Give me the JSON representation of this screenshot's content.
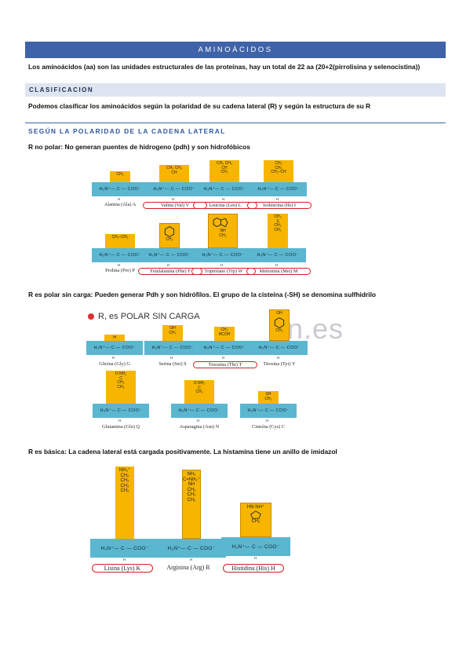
{
  "header": {
    "title": "AMINOÁCIDOS"
  },
  "intro": "Los aminoácidos (aa) son las unidades estructurales de las proteínas, hay un total de 22 aa (20+2(pirrolisina y selenocistina))",
  "clasificacion": {
    "title": "CLASIFICACION",
    "text": "Podemos clasificar los aminoácidos según la polaridad de su cadena lateral (R) y según la estructura de su R"
  },
  "polaridad": {
    "title": "SEGÚN LA POLARIDAD DE LA CADENA LATERAL",
    "nopolar": "R no polar: No generan puentes de hidrogeno (pdh) y son hidrofóbicos",
    "polar": "R es polar sin carga: Pueden generar Pdh y son hidrófilos. El grupo de la cisteína (-SH) se denomina sulfhidrilo",
    "basica": "R es básica: La cadena lateral está cargada positivamente. La histamina tiene un anillo de imidazol"
  },
  "panel_polar_title": "R, es POLAR SIN CARGA",
  "watermark": "n.es",
  "core_formula": "H₃N⁺— C — COO⁻",
  "core_h": "H",
  "nonpolar_aa": [
    {
      "name": "Alanina (Ala) A",
      "side": [
        "CH₃"
      ]
    },
    {
      "name": "Valina (Val) V",
      "side": [
        "CH₃ CH₃",
        "CH"
      ]
    },
    {
      "name": "Leucina (Leu) L",
      "side": [
        "CH₃ CH₃",
        "CH",
        "CH₂"
      ]
    },
    {
      "name": "Isoleucina (Ile) I",
      "side": [
        "CH₃",
        "CH₂",
        "CH₃–CH"
      ]
    },
    {
      "name": "Prolina (Pro) P",
      "side": [
        "CH₂–CH₂"
      ]
    },
    {
      "name": "Fenilalanina (Phe) F",
      "side": [
        "CH₂"
      ]
    },
    {
      "name": "Triptófano (Trp) W",
      "side": [
        "NH",
        "CH₂"
      ]
    },
    {
      "name": "Metionina (Met) M",
      "side": [
        "CH₃",
        "S",
        "CH₂",
        "CH₂"
      ]
    }
  ],
  "polar_aa": [
    {
      "name": "Glicina (Gly) G",
      "side": [
        "H"
      ]
    },
    {
      "name": "Serina (Ser) S",
      "side": [
        "OH",
        "CH₂"
      ]
    },
    {
      "name": "Treonina (Thr) T",
      "side": [
        "CH₃",
        "HCOH"
      ]
    },
    {
      "name": "Tirosina (Tyr) Y",
      "side": [
        "OH",
        "CH₂"
      ]
    },
    {
      "name": "Glutamina (Gln) Q",
      "side": [
        "O  NH₂",
        "C",
        "CH₂",
        "CH₂"
      ]
    },
    {
      "name": "Asparagina (Asn) N",
      "side": [
        "O  NH₂",
        "C",
        "CH₂"
      ]
    },
    {
      "name": "Cisteína (Cys) C",
      "side": [
        "SH",
        "CH₂"
      ]
    }
  ],
  "basic_aa": [
    {
      "name": "Lisina (Lys) K",
      "side": [
        "NH₃⁺",
        "CH₂",
        "CH₂",
        "CH₂",
        "CH₂"
      ]
    },
    {
      "name": "Arginina (Arg) R",
      "side": [
        "NH₂",
        "C=NH₂⁺",
        "NH",
        "CH₂",
        "CH₂",
        "CH₂"
      ]
    },
    {
      "name": "Histidina (His) H",
      "side": [
        "HN  NH⁺",
        "CH₂"
      ]
    }
  ],
  "colors": {
    "banner": "#3f63a8",
    "side_chain": "#f7b500",
    "backbone": "#5bb6cf",
    "highlight": "#d32020"
  }
}
